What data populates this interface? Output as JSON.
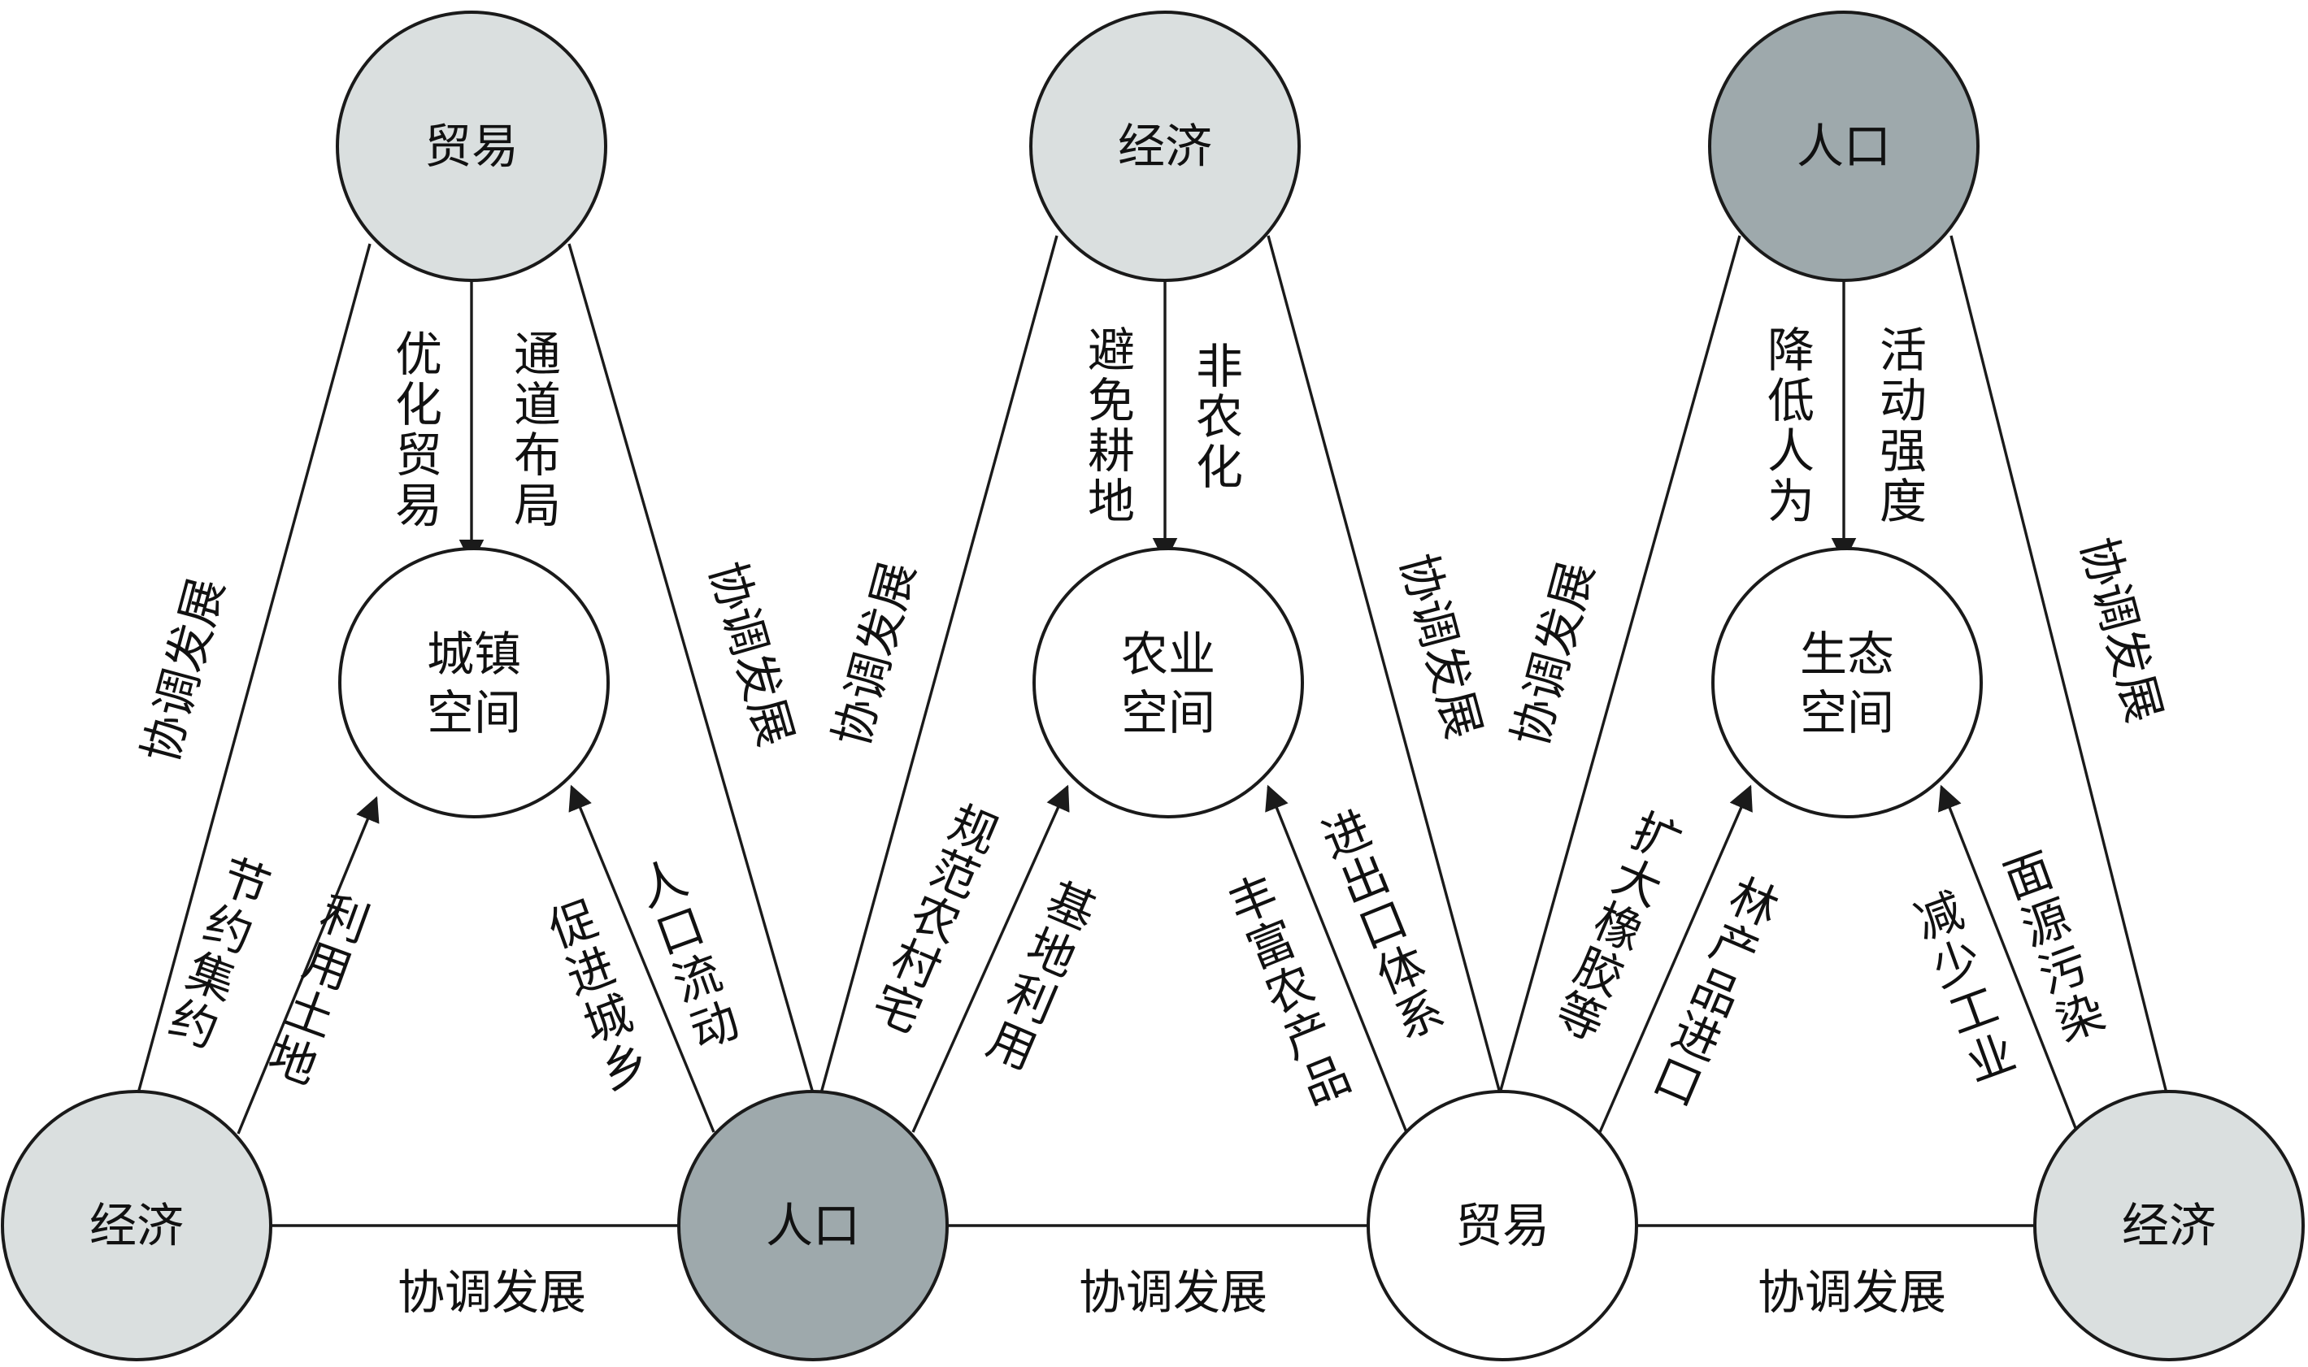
{
  "colors": {
    "dark": "#9ea9ac",
    "light": "#dadfdf",
    "white": "#ffffff",
    "line": "#1a1a1a"
  },
  "center_nodes": {
    "town": {
      "line1": "城镇",
      "line2": "空间"
    },
    "agri": {
      "line1": "农业",
      "line2": "空间"
    },
    "eco": {
      "line1": "生态",
      "line2": "空间"
    }
  },
  "top_nodes": {
    "trade": "贸易",
    "economy": "经济",
    "population": "人口"
  },
  "bottom_nodes": {
    "economy_left": "经济",
    "population": "人口",
    "trade": "贸易",
    "economy_right": "经济"
  },
  "coord_label": "协调发展",
  "arrow_labels": {
    "t1_top_a": "优化贸易",
    "t1_top_b": "通道布局",
    "t1_left_a": "节约集约",
    "t1_left_b": "利用土地",
    "t1_right_a": "促进城乡",
    "t1_right_b": "人口流动",
    "t2_top_a": "避免耕地",
    "t2_top_b": "非农化",
    "t2_left_a": "规范农村宅",
    "t2_left_b": "基地利用",
    "t2_right_a": "丰富农产品",
    "t2_right_b": "进出口体系",
    "t3_top_a": "降低人为",
    "t3_top_b": "活动强度",
    "t3_left_a": "扩大橡胶等",
    "t3_left_b": "林产品进口",
    "t3_right_a": "减少工业",
    "t3_right_b": "面源污染"
  }
}
